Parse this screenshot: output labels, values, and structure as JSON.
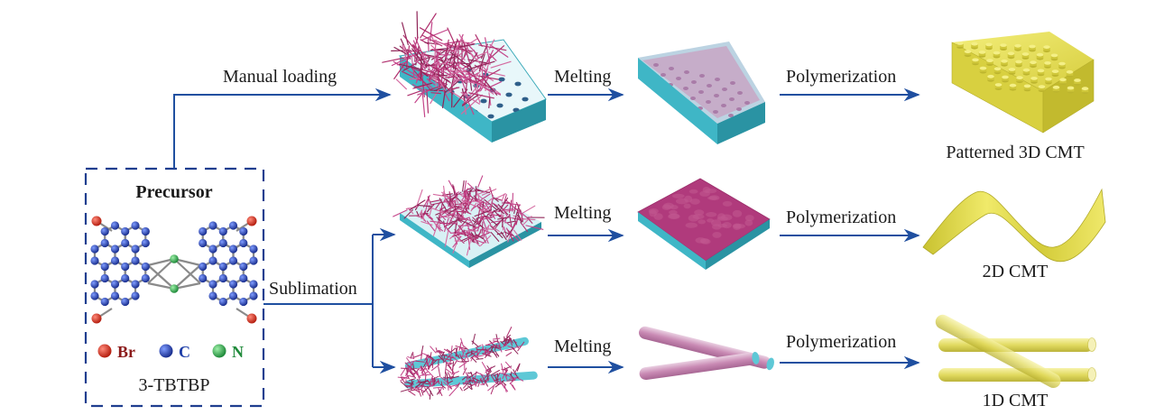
{
  "precursor": {
    "title": "Precursor",
    "name": "3-TBTBP",
    "title_color": "#a0306a",
    "box_color": "#1f3e8f",
    "legend": [
      {
        "symbol": "Br",
        "color": "#c0392b",
        "text_color": "#8b1a1a"
      },
      {
        "symbol": "C",
        "color": "#1f3fa8",
        "text_color": "#1f3fa8"
      },
      {
        "symbol": "N",
        "color": "#2ea84a",
        "text_color": "#1f8a3a"
      }
    ]
  },
  "routes": {
    "manual_loading": "Manual loading",
    "sublimation": "Sublimation"
  },
  "steps": {
    "melting": "Melting",
    "polymerization": "Polymerization"
  },
  "products": {
    "patterned_3d": "Patterned 3D CMT",
    "film_2d": "2D CMT",
    "fiber_1d": "1D CMT"
  },
  "colors": {
    "arrow": "#1f4fa0",
    "mold": "#5ec8d6",
    "precursor_fiber": "#b0306e",
    "melt": "#c879a8",
    "product": "#e3dc55"
  }
}
